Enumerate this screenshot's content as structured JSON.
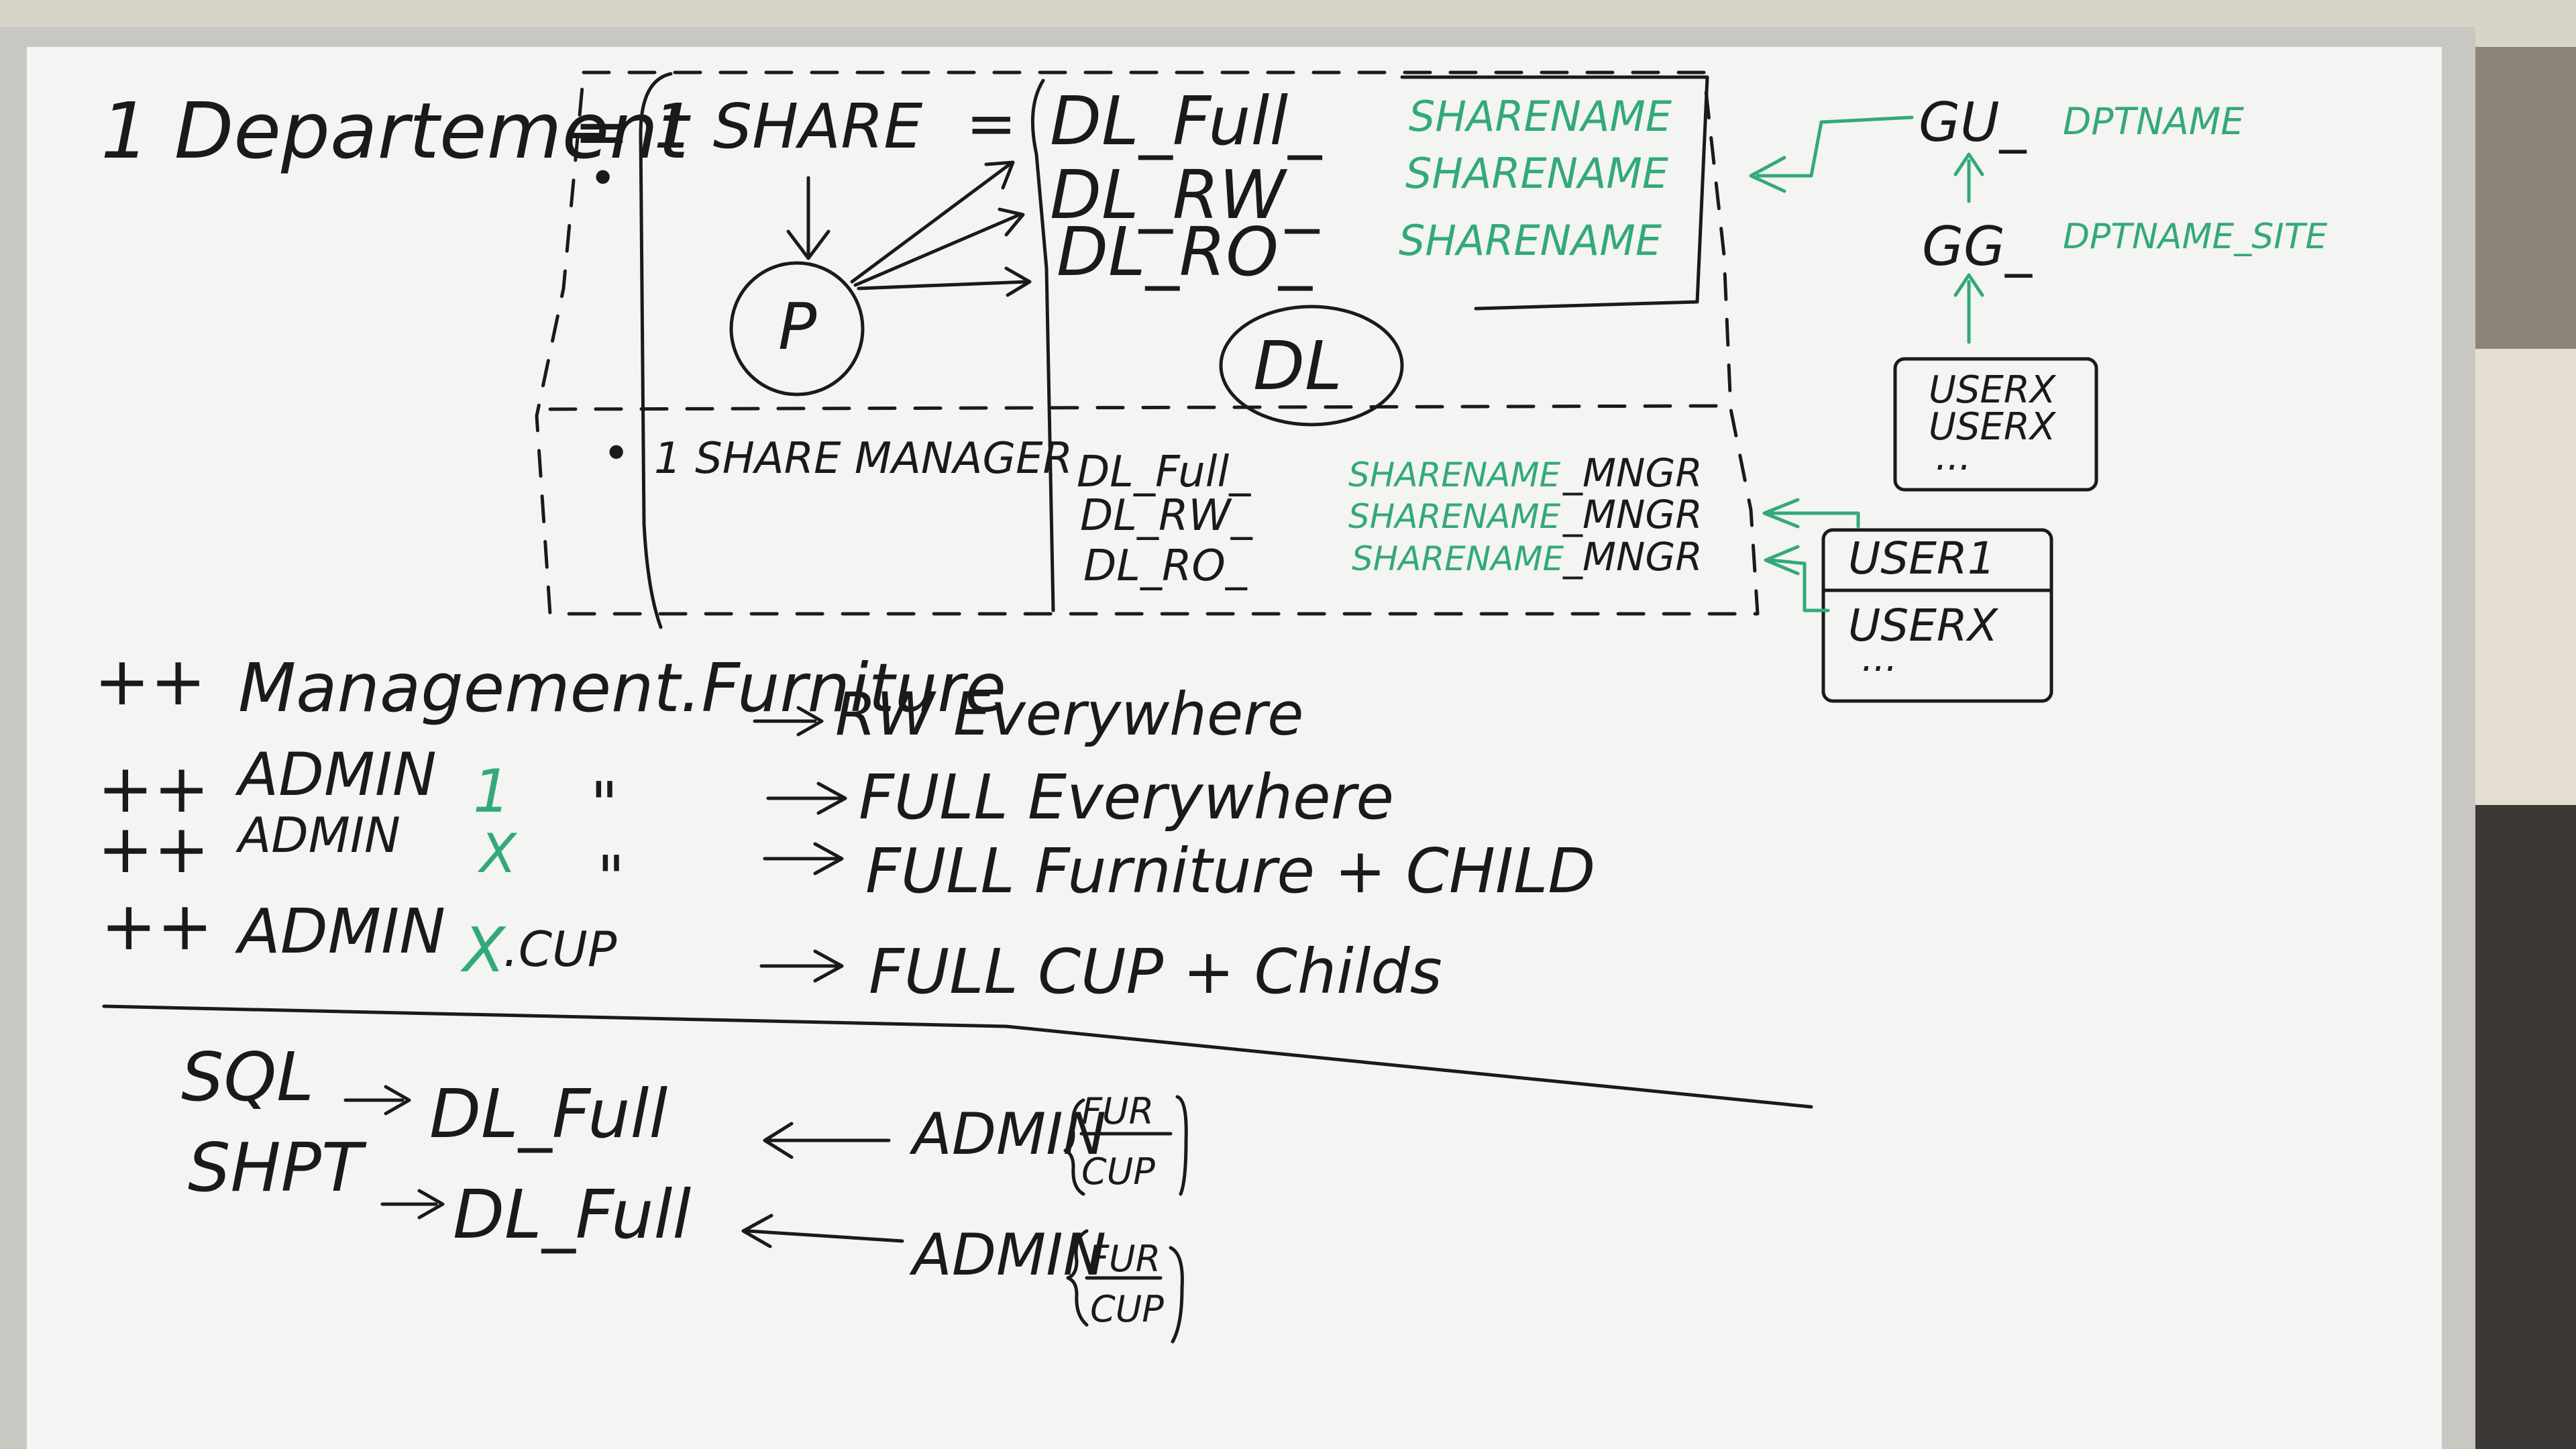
{
  "colors": {
    "ink_black": "#1a1a1a",
    "ink_green": "#33a97a",
    "board": "#f4f4f2",
    "frame": "#c9c7c2",
    "room": "#8d8478"
  },
  "department": {
    "label": "1 Departement",
    "equals": "="
  },
  "share": {
    "label": "1 SHARE",
    "equals": "=",
    "p_label": "P",
    "dl_label": "DL",
    "bullet": "•",
    "dl_rows": [
      {
        "prefix": "DL_Full_",
        "suffix": "SHARENAME"
      },
      {
        "prefix": "DL_RW_",
        "suffix": "SHARENAME"
      },
      {
        "prefix": "DL_RO_",
        "suffix": "SHARENAME"
      }
    ]
  },
  "share_manager": {
    "label": "1 SHARE MANAGER",
    "bullet": "•",
    "rows": [
      {
        "prefix": "DL_Full_",
        "middle": "SHARENAME",
        "suffix": "_MNGR"
      },
      {
        "prefix": "DL_RW_",
        "middle": "SHARENAME",
        "suffix": "_MNGR"
      },
      {
        "prefix": "DL_RO_",
        "middle": "SHARENAME",
        "suffix": "_MNGR"
      }
    ]
  },
  "groups": {
    "gu_prefix": "GU_",
    "gu_suffix": "DPTNAME",
    "gg_prefix": "GG_",
    "gg_suffix": "DPTNAME_SITE",
    "users_box": [
      "USERX",
      "USERX",
      "..."
    ],
    "manager_box_top": "USER1",
    "manager_box_bottom": [
      "USERX",
      "..."
    ]
  },
  "rules": [
    {
      "prefix": "++",
      "name": "Management.Furniture",
      "name_green": "",
      "name_tail": "",
      "ditto": "",
      "result": "RW Everywhere"
    },
    {
      "prefix": "++",
      "name": "ADMIN",
      "name_green": "1",
      "name_tail": "",
      "ditto": "\"",
      "result": "FULL Everywhere"
    },
    {
      "prefix": "++",
      "name": "ADMIN",
      "name_green": "X",
      "name_tail": "",
      "ditto": "\"",
      "result": "FULL Furniture + CHILD"
    },
    {
      "prefix": "++",
      "name": "ADMIN",
      "name_green": "X",
      "name_tail": ".CUP",
      "ditto": "",
      "result": "FULL CUP + Childs"
    }
  ],
  "bottom": {
    "lines": [
      {
        "left": "SQL",
        "target": "DL_Full",
        "admin": "ADMIN",
        "brace_top": "FUR",
        "brace_bottom": "CUP"
      },
      {
        "left": "SHPT",
        "target": "DL_Full",
        "admin": "ADMIN",
        "brace_top": "FUR",
        "brace_bottom": "CUP"
      }
    ]
  }
}
